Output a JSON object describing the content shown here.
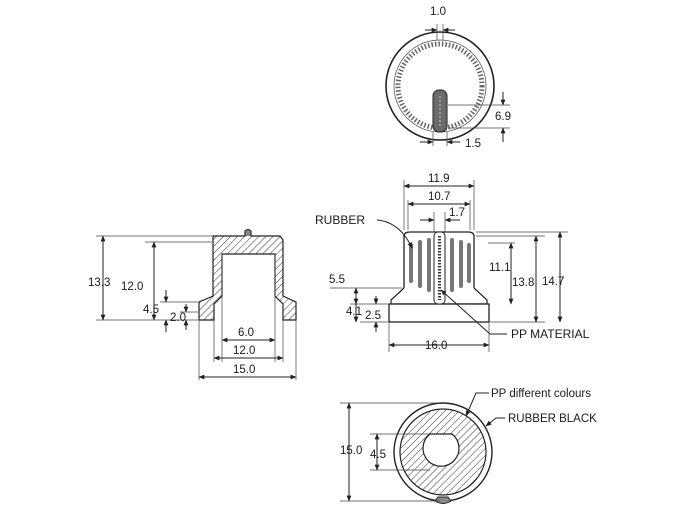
{
  "top_view": {
    "dim_width": "1.0",
    "dim_height": "6.9",
    "dim_slot": "1.5"
  },
  "left_section": {
    "dim_total_height": "13.3",
    "dim_inner_height": "12.0",
    "dim_skirt": "4.5",
    "dim_base": "2.0",
    "dim_bore": "6.0",
    "dim_mid": "12.0",
    "dim_outer": "15.0"
  },
  "side_view": {
    "label_rubber": "RUBBER",
    "label_pp": "PP MATERIAL",
    "dim_top": "11.9",
    "dim_mid": "10.7",
    "dim_slot": "1.7",
    "dim_skirt_top": "5.5",
    "dim_skirt_a": "4.1",
    "dim_skirt_b": "2.5",
    "dim_base": "16.0",
    "dim_h1": "11.1",
    "dim_h2": "13.8",
    "dim_h3": "14.7"
  },
  "bottom_view": {
    "label_pp": "PP different colours",
    "label_rubber": "RUBBER BLACK",
    "dim_outer": "15.0",
    "dim_inner": "4.5"
  }
}
